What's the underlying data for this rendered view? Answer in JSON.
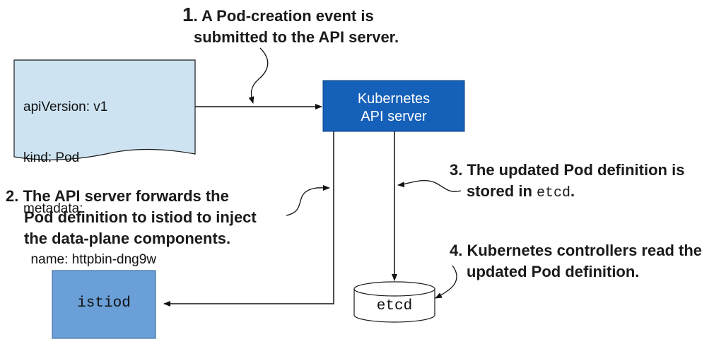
{
  "pod_manifest": {
    "lines": [
      "apiVersion: v1",
      "kind: Pod",
      "metadata:",
      "  name: httpbin-dng9w"
    ],
    "fill": "#cde3f1"
  },
  "api_server": {
    "lines": [
      "Kubernetes",
      "API server"
    ],
    "fill": "#1560b8"
  },
  "istiod": {
    "label": "istiod",
    "fill": "#6a9fd7"
  },
  "etcd": {
    "label": "etcd"
  },
  "steps": {
    "s1": {
      "num": "1",
      "line1": ". A Pod-creation event is",
      "line2": "submitted to the API server."
    },
    "s2": {
      "line1": "2. The API server forwards the",
      "line2": "Pod definition to istiod to inject",
      "line3": "the data-plane components."
    },
    "s3": {
      "line1": "3. The updated Pod definition is",
      "line2_prefix": "stored in ",
      "line2_code": "etcd",
      "line2_suffix": "."
    },
    "s4": {
      "line1": "4. Kubernetes controllers read the",
      "line2": "updated Pod definition."
    }
  }
}
